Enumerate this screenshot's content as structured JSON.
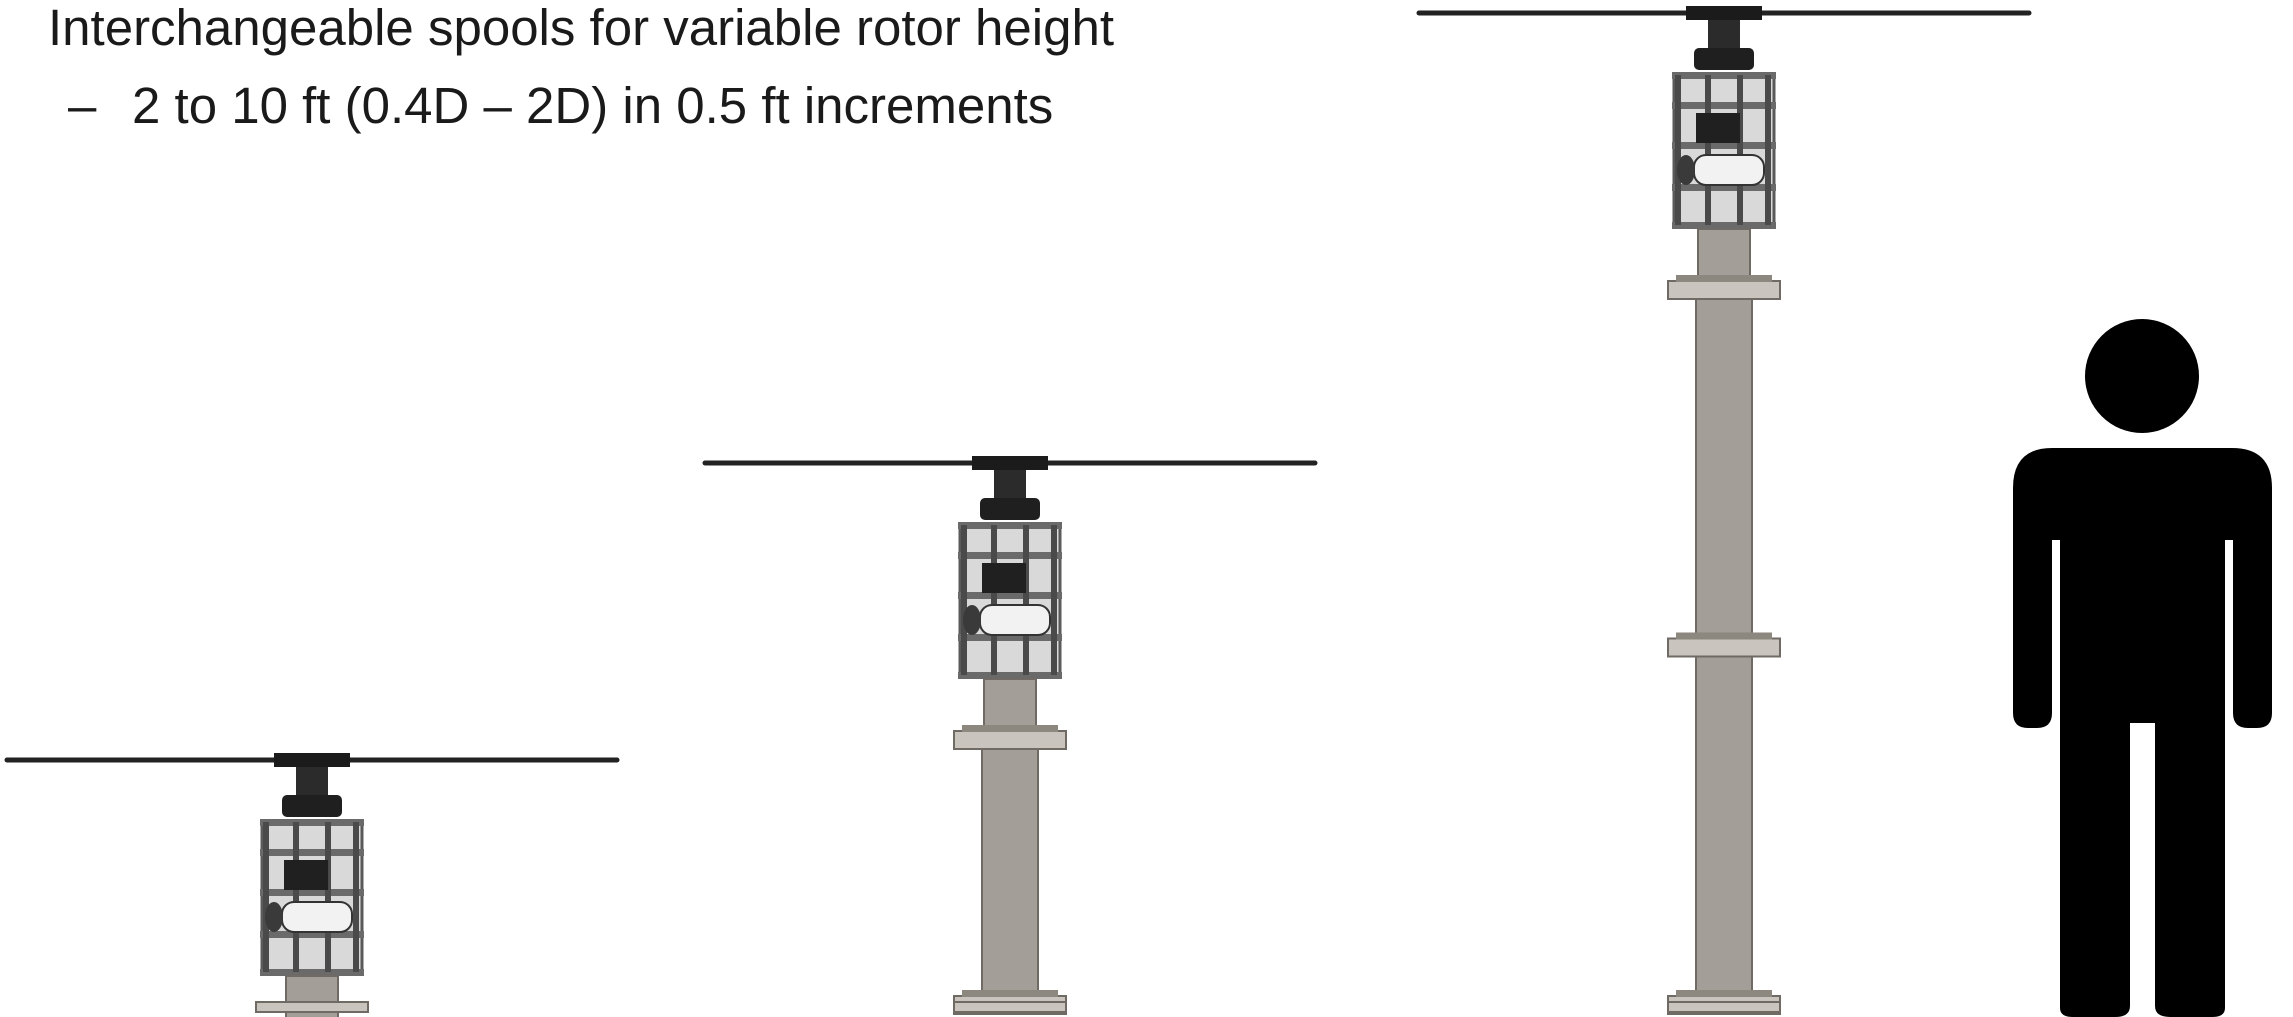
{
  "heading": "Interchangeable spools for variable rotor height",
  "subline": {
    "bullet": "–",
    "text": "2 to 10 ft (0.4D – 2D) in 0.5 ft increments"
  },
  "rigs": [
    {
      "name": "rotor-rig-short",
      "spool_sections": 0
    },
    {
      "name": "rotor-rig-medium",
      "spool_sections": 1
    },
    {
      "name": "rotor-rig-tall",
      "spool_sections": 2
    }
  ],
  "figure": {
    "icon": "person-silhouette-icon"
  },
  "colors": {
    "text": "#1a1a1a",
    "spool": "#a39e98",
    "flange": "#c9c4bd",
    "frame": "#5a5a5a",
    "rotor_blade": "#222222",
    "silhouette": "#000000"
  }
}
